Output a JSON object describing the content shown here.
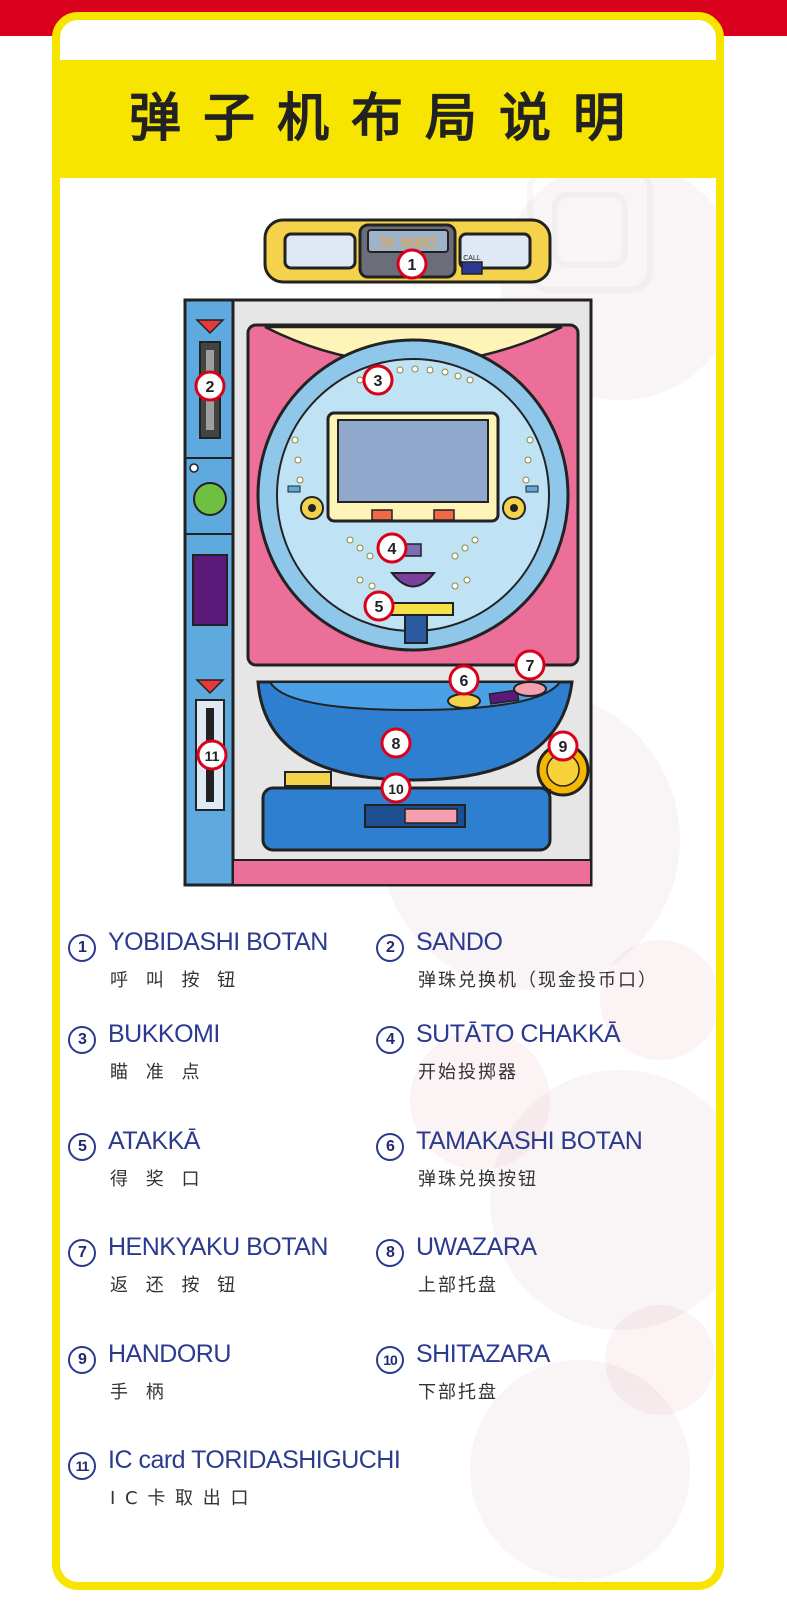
{
  "title": "弹子机布局说明",
  "machine": {
    "display_digits": "38 88882",
    "call_label": "CALL",
    "markers": [
      "1",
      "2",
      "3",
      "4",
      "5",
      "6",
      "7",
      "8",
      "9",
      "10",
      "11"
    ]
  },
  "legend": [
    {
      "num": "1",
      "en": "YOBIDASHI BOTAN",
      "zh": "呼 叫 按 钮"
    },
    {
      "num": "2",
      "en": "SANDO",
      "zh": "弹珠兑换机（现金投币口）"
    },
    {
      "num": "3",
      "en": "BUKKOMI",
      "zh": "瞄 准 点"
    },
    {
      "num": "4",
      "en": "SUTĀTO CHAKKĀ",
      "zh": "开始投掷器"
    },
    {
      "num": "5",
      "en": "ATAKKĀ",
      "zh": "得 奖 口"
    },
    {
      "num": "6",
      "en": "TAMAKASHI BOTAN",
      "zh": "弹珠兑换按钮"
    },
    {
      "num": "7",
      "en": "HENKYAKU BOTAN",
      "zh": "返 还 按 钮"
    },
    {
      "num": "8",
      "en": "UWAZARA",
      "zh": "上部托盘"
    },
    {
      "num": "9",
      "en": "HANDORU",
      "zh": "手 柄"
    },
    {
      "num": "10",
      "en": "SHITAZARA",
      "zh": "下部托盘"
    },
    {
      "num": "11",
      "en": "IC card TORIDASHIGUCHI",
      "zh": "I C 卡 取 出 口"
    }
  ],
  "colors": {
    "frame_yellow": "#f7e500",
    "top_red": "#d9001b",
    "legend_blue": "#2b3a8f",
    "cabinet_pink": "#ec6f99",
    "cabinet_blue": "#5ea9de",
    "playfield_light_blue": "#bfe2f5",
    "screen_blue": "#8fa8cc"
  }
}
